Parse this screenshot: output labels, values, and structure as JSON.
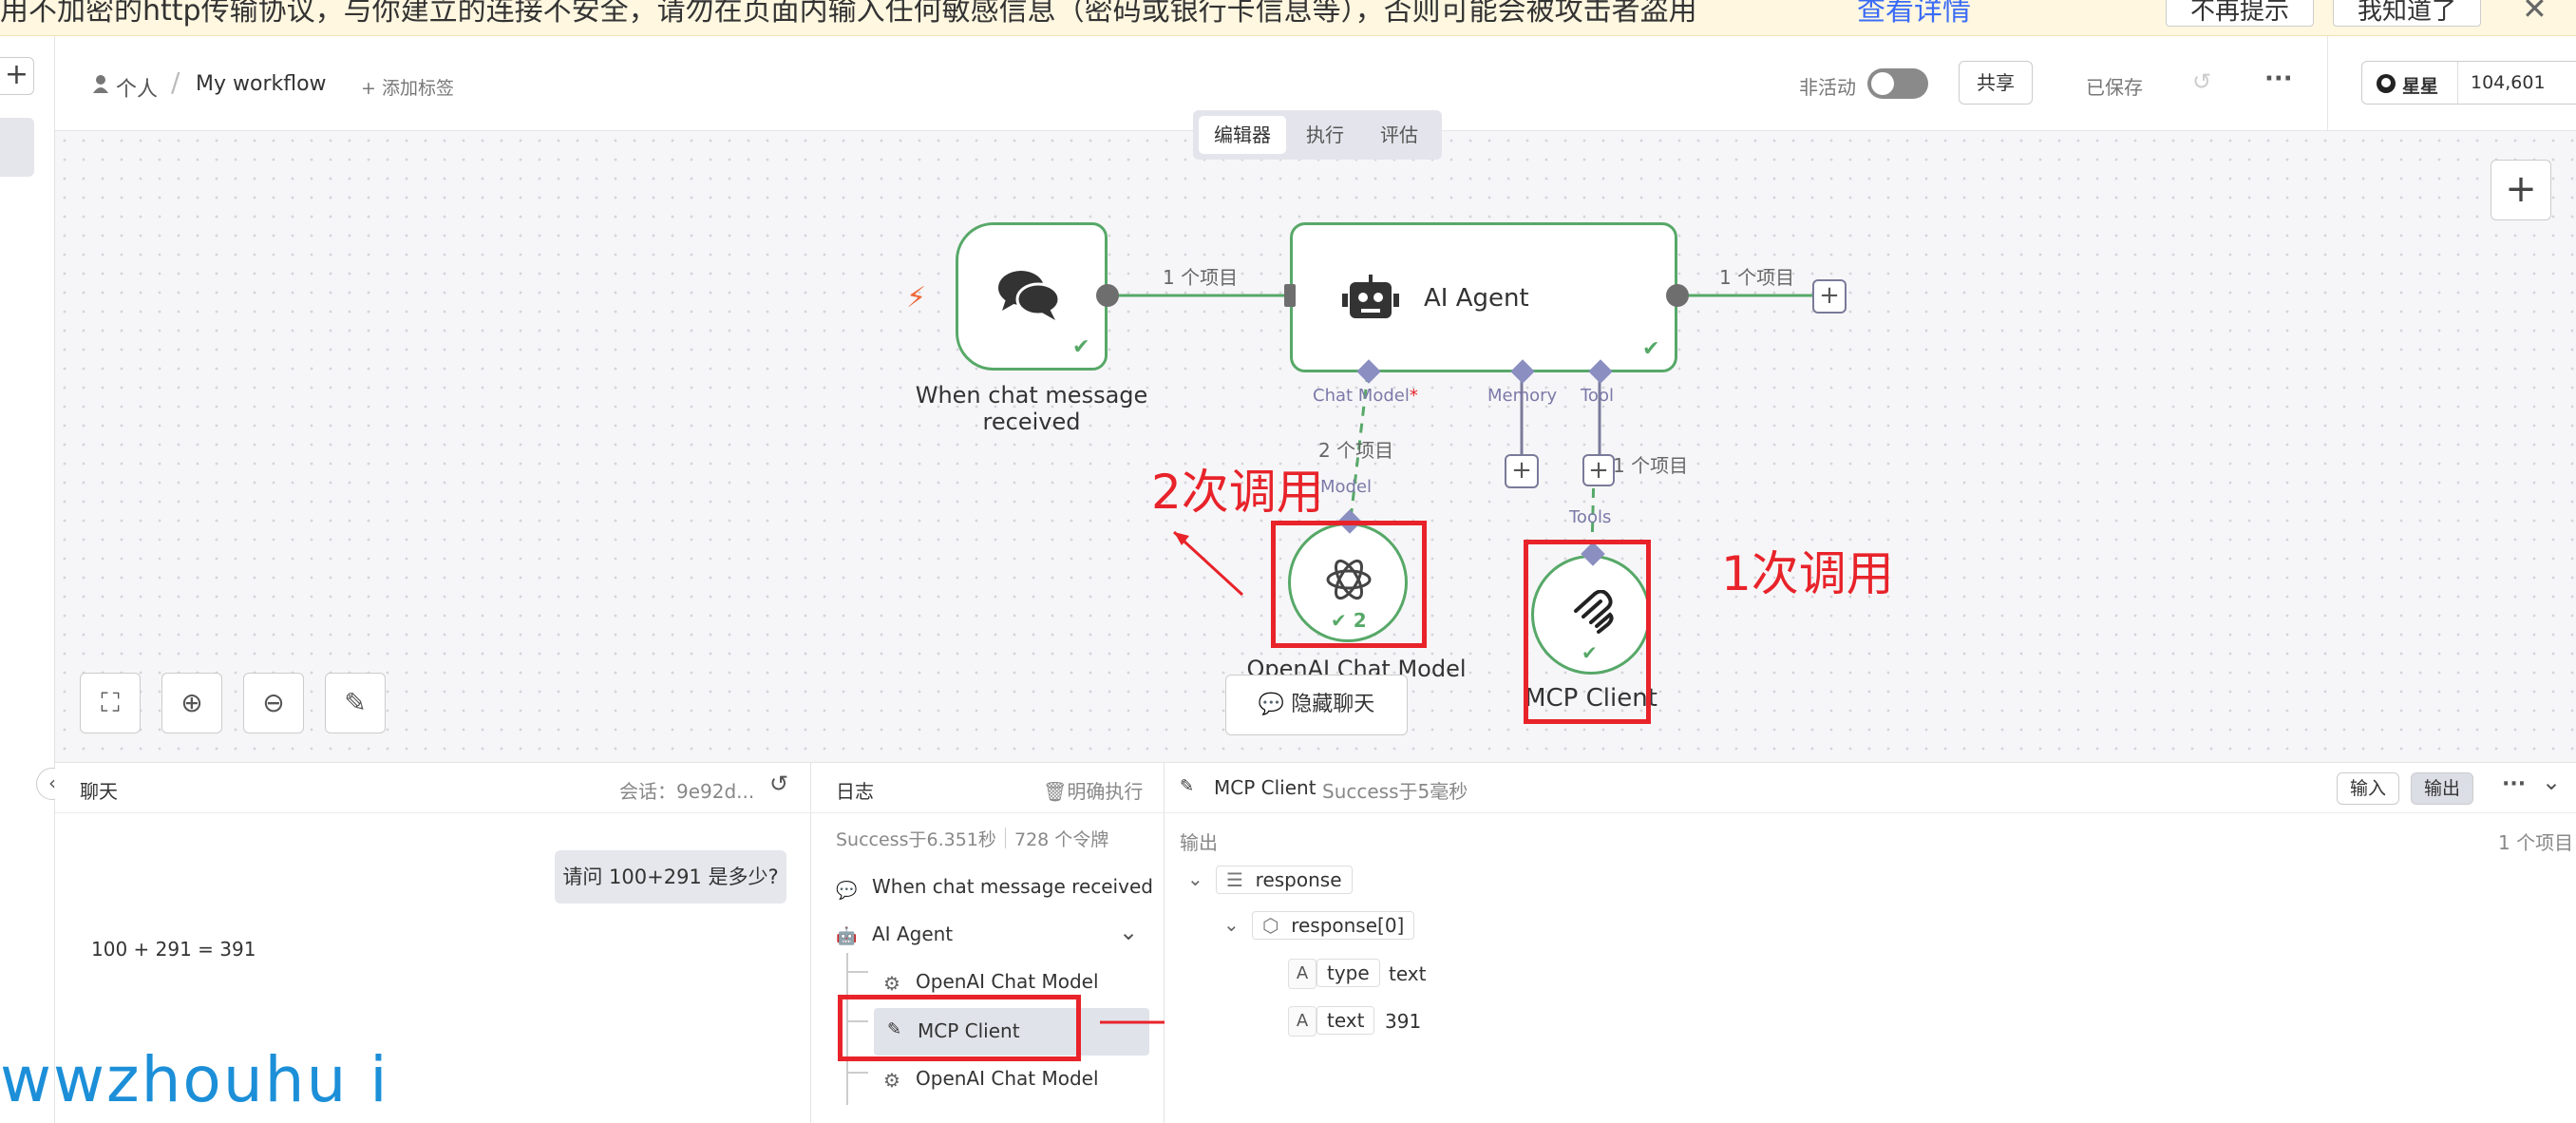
{
  "banner": {
    "message": "用不加密的http传输协议，与你建立的连接不安全，请勿在页面内输入任何敏感信息（密码或银行卡信息等），否则可能会被攻击者盗用",
    "link": "查看详情",
    "btn_no_remind": "不再提示",
    "btn_ok": "我知道了",
    "close": "✕"
  },
  "header": {
    "owner": "个人",
    "separator": "/",
    "workflow_name": "My workflow",
    "add_tag": "+ 添加标签",
    "inactive_label": "非活动",
    "share_btn": "共享",
    "saved": "已保存",
    "more": "···",
    "github_label": "星星",
    "github_count": "104,601"
  },
  "tabs": [
    "编辑器",
    "执行",
    "评估"
  ],
  "canvas": {
    "trigger_node": "When chat message received",
    "agent_node": "AI Agent",
    "count_1": "1 个项目",
    "count_2": "1 个项目",
    "count_model": "2 个项目",
    "count_tool": "1 个项目",
    "port_chat_model": "Chat Model",
    "required_mark": "*",
    "port_memory": "Memory",
    "port_tool": "Tool",
    "port_model": "Model",
    "port_tools": "Tools",
    "openai_node": "OpenAI Chat Model",
    "openai_runs": "2",
    "mcp_node": "MCP Client",
    "hide_chat_btn": "隐藏聊天",
    "annotation_2": "2次调用",
    "annotation_1": "1次调用"
  },
  "chat": {
    "title": "聊天",
    "session_label": "会话：9e92d...",
    "user_msg": "请问 100+291 是多少?",
    "bot_msg": "100 + 291 = 391"
  },
  "logs": {
    "title": "日志",
    "clear_btn": "明确执行",
    "summary_status": "Success于6.351秒",
    "summary_tokens": "728 个令牌",
    "items": [
      "When chat message received",
      "AI Agent",
      "OpenAI Chat Model",
      "MCP Client",
      "OpenAI Chat Model"
    ]
  },
  "output": {
    "node_name": "MCP Client",
    "status": "Success于5毫秒",
    "input_btn": "输入",
    "output_btn": "输出",
    "more": "···",
    "section": "输出",
    "items_count": "1 个项目",
    "tree": {
      "root": "response",
      "child": "response[0]",
      "field1_key": "type",
      "field1_val": "text",
      "field2_key": "text",
      "field2_val": "391",
      "type_badge": "A"
    }
  },
  "watermark": "wwzhouhu i",
  "colors": {
    "accent_green": "#57a868",
    "port_purple": "#8b8ec0",
    "annotation_red": "#e8232a",
    "watermark_blue": "#1c8fd8"
  }
}
